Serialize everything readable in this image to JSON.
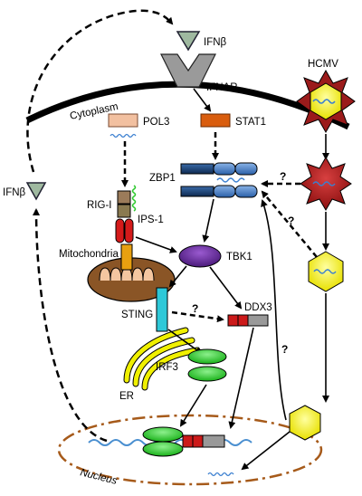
{
  "labels": {
    "ifnb_top": "IFNβ",
    "ifnar": "IFNAR",
    "hcmv": "HCMV",
    "cytoplasm": "Cytoplasm",
    "pol3": "POL3",
    "stat1": "STAT1",
    "zbp1": "ZBP1",
    "ifnb_left": "IFNβ",
    "rigi": "RIG-I",
    "ips1": "IPS-1",
    "mitochondria": "Mitochondria",
    "tbk1": "TBK1",
    "sting": "STING",
    "ddx3": "DDX3",
    "irf3": "IRF3",
    "er": "ER",
    "nucleus": "Nucleus"
  },
  "question_marks": [
    "?",
    "?",
    "?",
    "?"
  ],
  "colors": {
    "ifnb": "#9fb9a0",
    "ifnar": "#9a9a9a",
    "hcmv_star": "#9b1b1b",
    "hcmv_core": "#f5f000",
    "pol3": "#f2c0a0",
    "stat1": "#d95d0e",
    "zbp1_dark": "#1a3d6e",
    "zbp1_light": "#4a7fc4",
    "rigi": "#9b7b5a",
    "ips1": "#d41a1a",
    "tbk1": "#6a2a9c",
    "sting": "#2ec8d8",
    "irf3": "#2ec82e",
    "ddx3_red": "#cc1a1a",
    "ddx3_gray": "#999999",
    "er": "#f0f000",
    "nucleus": "#a65a1a",
    "mito": "#8a5526",
    "dna": "#4a8fd0"
  }
}
